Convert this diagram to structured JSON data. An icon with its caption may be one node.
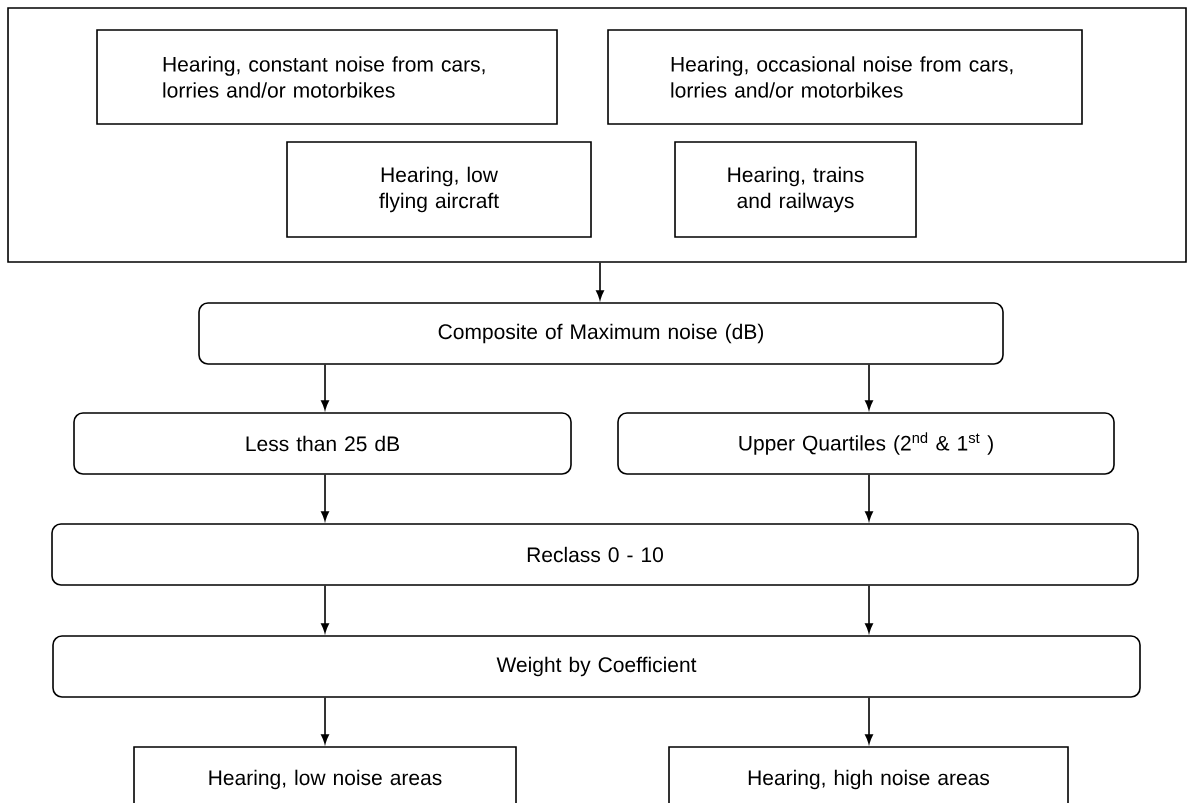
{
  "diagram": {
    "nodes": [
      {
        "text": [],
        "shape": "box"
      },
      {
        "text": [
          "Hearing, constant noise from cars, lorries and/or motorbikes"
        ],
        "in": 0
      },
      {
        "text": [
          "Hearing, occasional noise from cars, lorries and/or motorbikes"
        ],
        "in": 0
      },
      {
        "text": [
          "Hearing, low flying aircraft"
        ],
        "in": 0
      },
      {
        "text": [
          "Hearing, trains and railways"
        ],
        "in": 0
      },
      {
        "text": [
          "Composite of Maximum noise (dB)"
        ]
      },
      {
        "text": [
          "Less than 25 dB"
        ]
      },
      {
        "text": [
          "Upper Quartiles (2$^{nd}$ & 1$^{st}$ )"
        ]
      },
      {
        "text": [
          "Reclass 0 - 10"
        ]
      },
      {
        "text": [
          "Weight by Coefficient"
        ]
      },
      {
        "text": [
          "Hearing, low noise areas"
        ]
      },
      {
        "text": [
          "Hearing, high noise areas"
        ]
      }
    ],
    "edges": [
      {
        "from": 0,
        "to": 5,
        "arrow": "to"
      },
      {
        "from": 5,
        "to": 6,
        "arrow": "to"
      },
      {
        "from": 5,
        "to": 7,
        "arrow": "to"
      },
      {
        "from": 6,
        "to": 8,
        "arrow": "to"
      },
      {
        "from": 7,
        "to": 8,
        "arrow": "to"
      },
      {
        "from": 8,
        "to": 9,
        "arrow": "to"
      },
      {
        "from": 8,
        "to": 9,
        "arrow": "to"
      },
      {
        "from": 9,
        "to": 10,
        "arrow": "to"
      },
      {
        "from": 9,
        "to": 11,
        "arrow": "to"
      }
    ]
  }
}
